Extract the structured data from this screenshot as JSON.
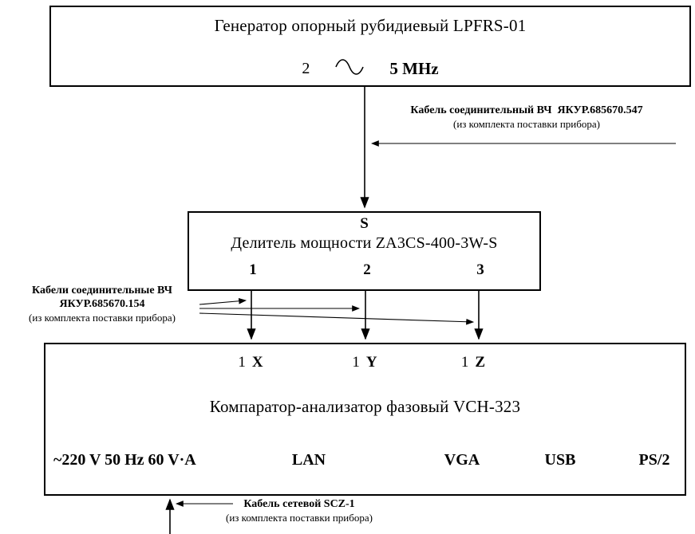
{
  "colors": {
    "ink": "#000000",
    "background": "#ffffff"
  },
  "generator": {
    "title": "Генератор опорный рубидиевый LPFRS-01",
    "output_number": "2",
    "output_freq": "5 MHz"
  },
  "cable_hf_single": {
    "line1": "Кабель соединительный ВЧ  ЯКУР.685670.547",
    "line2": "(из комплекта поставки прибора)"
  },
  "divider": {
    "input_label": "S",
    "title": "Делитель мощности ZA3CS-400-3W-S",
    "outputs": [
      "1",
      "2",
      "3"
    ]
  },
  "cable_hf_triple": {
    "line1": "Кабели соединительные ВЧ",
    "line2": "ЯКУР.685670.154",
    "line3": "(из комплекта поставки прибора)"
  },
  "comparator": {
    "title": "Компаратор-анализатор фазовый VCH-323",
    "inputs": [
      {
        "num": "1",
        "ch": "X"
      },
      {
        "num": "1",
        "ch": "Y"
      },
      {
        "num": "1",
        "ch": "Z"
      }
    ],
    "power": "~220 V 50 Hz 60 V·A",
    "ports": [
      "LAN",
      "VGA",
      "USB",
      "PS/2"
    ]
  },
  "cable_power": {
    "line1": "Кабель сетевой SCZ-1",
    "line2": "(из комплекта поставки прибора)"
  }
}
